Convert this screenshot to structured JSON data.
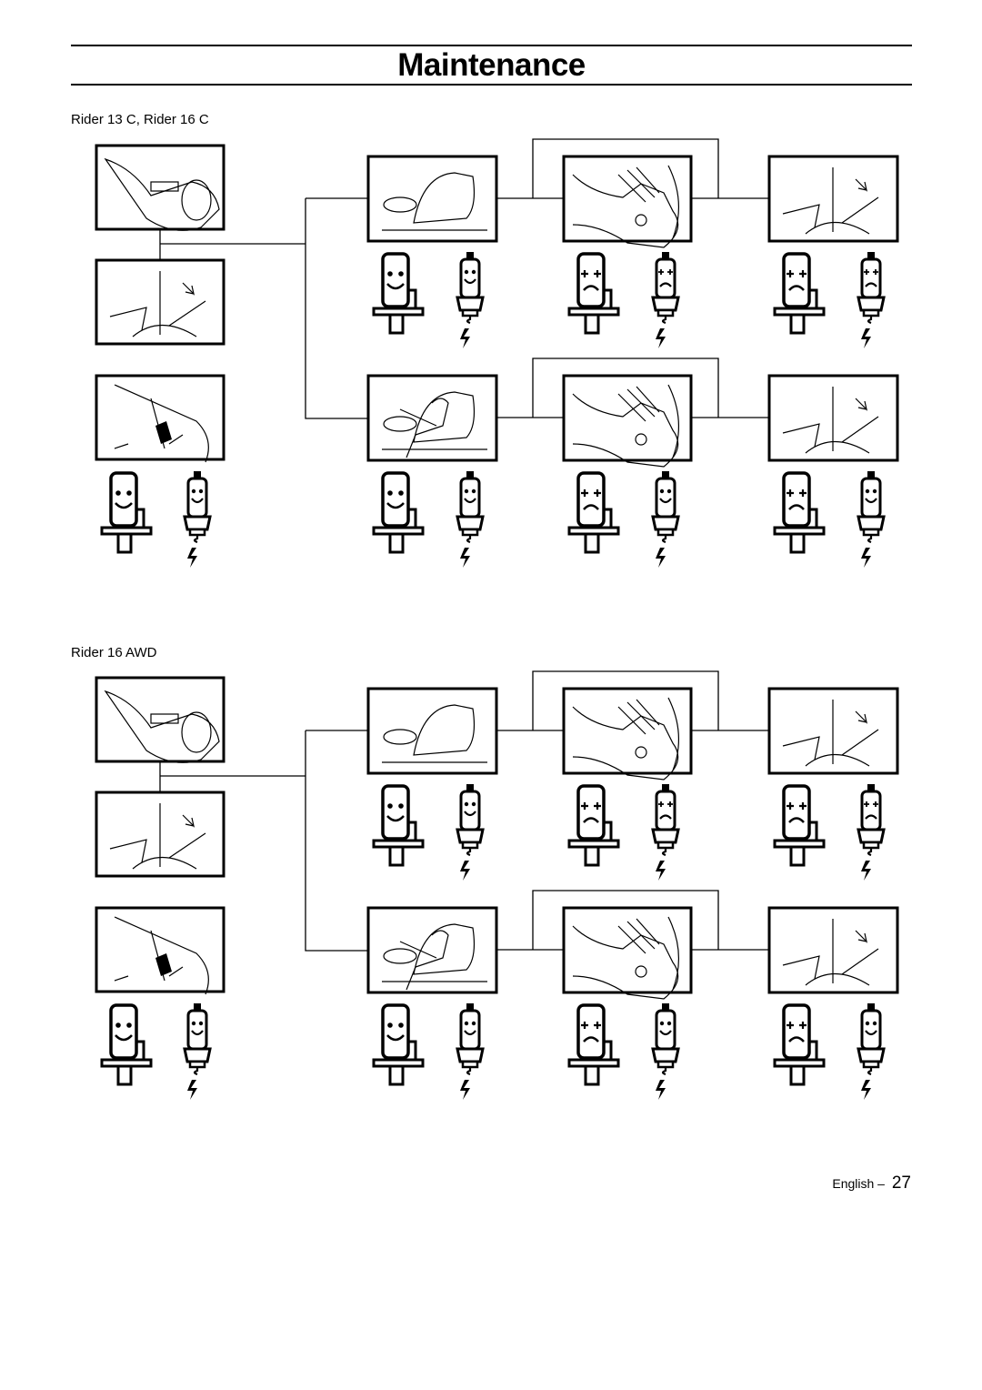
{
  "header": {
    "title": "Maintenance"
  },
  "sections": [
    {
      "label": "Rider 13 C, Rider 16 C"
    },
    {
      "label": "Rider 16 AWD"
    }
  ],
  "footer": {
    "language": "English",
    "separator": "–",
    "page_number": "27"
  },
  "icons": {
    "ignition_ok": "happy-ignition-coil-icon",
    "ignition_fault": "sad-ignition-coil-icon",
    "spark_plug_ok": "happy-spark-plug-icon",
    "spark_plug_fault": "sad-spark-plug-icon",
    "spark": "lightning-spark-icon"
  },
  "diagram_states": [
    {
      "left_column": [
        "key",
        "choke-lever",
        "pto-lever"
      ],
      "tests": [
        "seat",
        "seat-occupied"
      ],
      "outcomes": [
        [
          "happy",
          "happy",
          "sad",
          "sad",
          "sad",
          "sad"
        ],
        [
          "happy",
          "happy",
          "sad",
          "happy",
          "sad",
          "happy"
        ]
      ]
    },
    {
      "left_column": [
        "key",
        "choke-lever",
        "pto-lever"
      ],
      "tests": [
        "seat",
        "seat-occupied"
      ],
      "outcomes": [
        [
          "happy",
          "happy",
          "sad",
          "sad",
          "sad",
          "sad"
        ],
        [
          "happy",
          "happy",
          "sad",
          "happy",
          "sad",
          "happy"
        ]
      ]
    }
  ]
}
